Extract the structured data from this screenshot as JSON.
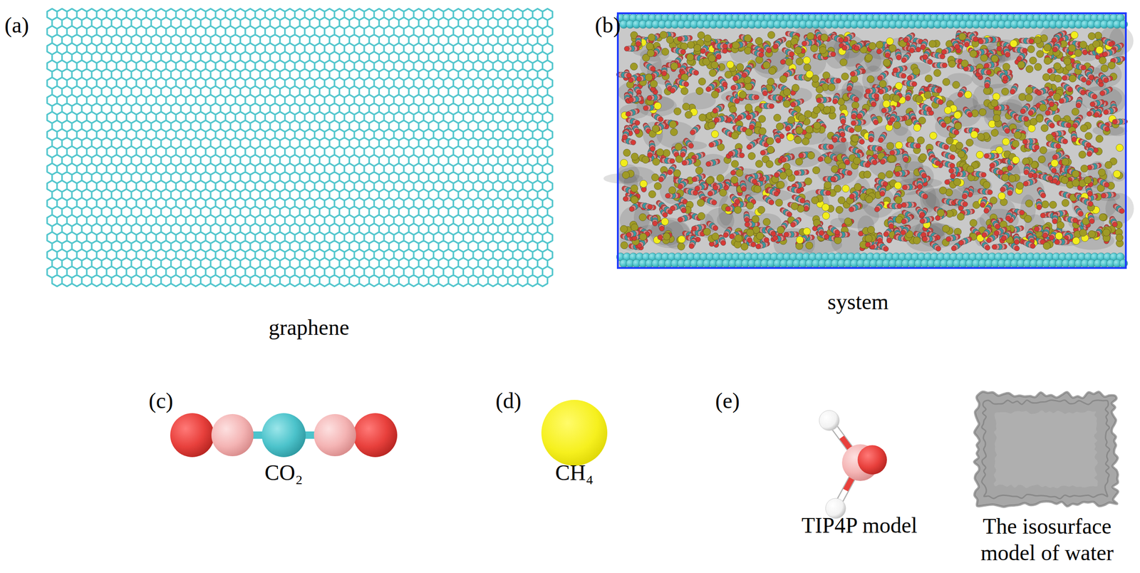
{
  "diagram": {
    "labels": [
      "(a)",
      "(b)",
      "graphene",
      "system",
      "(c)",
      "CO₂",
      "(d)",
      "CH₄",
      "(e)",
      "TIP4P model",
      "The isosurface model of water"
    ]
  }
}
